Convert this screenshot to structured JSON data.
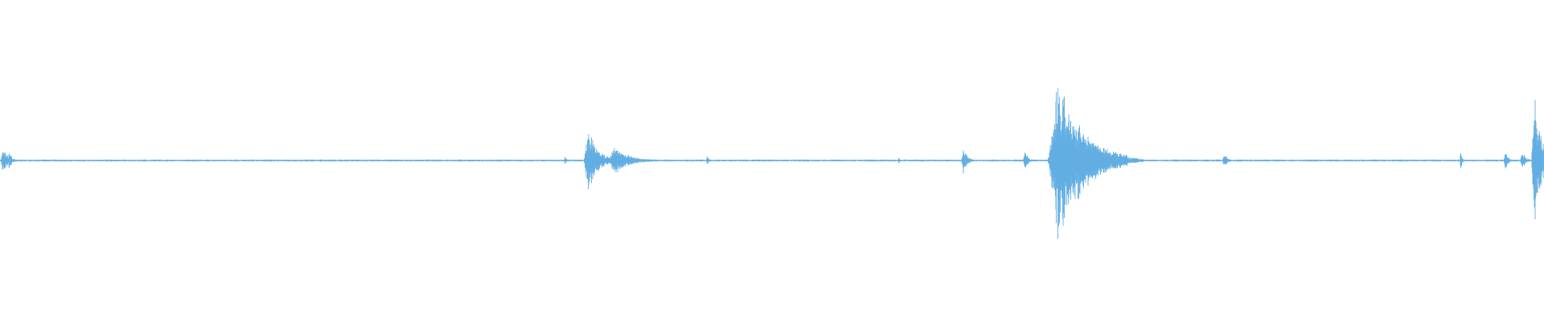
{
  "waveform": {
    "color": "#62aee2",
    "background": "#ffffff",
    "baseline_amplitude": 0.008,
    "bursts": [
      {
        "t": 0.002,
        "amp": 0.16,
        "width": 0.004,
        "decay": 0.6
      },
      {
        "t": 0.006,
        "amp": 0.11,
        "width": 0.003,
        "decay": 0.5
      },
      {
        "t": 0.366,
        "amp": 0.05,
        "width": 0.002,
        "decay": 0.4
      },
      {
        "t": 0.381,
        "amp": 0.38,
        "width": 0.008,
        "decay": 0.7
      },
      {
        "t": 0.398,
        "amp": 0.16,
        "width": 0.012,
        "decay": 0.8
      },
      {
        "t": 0.458,
        "amp": 0.06,
        "width": 0.002,
        "decay": 0.3
      },
      {
        "t": 0.582,
        "amp": 0.05,
        "width": 0.001,
        "decay": 0.2
      },
      {
        "t": 0.624,
        "amp": 0.16,
        "width": 0.004,
        "decay": 0.5
      },
      {
        "t": 0.664,
        "amp": 0.12,
        "width": 0.004,
        "decay": 0.4
      },
      {
        "t": 0.685,
        "amp": 0.98,
        "width": 0.018,
        "decay": 0.9
      },
      {
        "t": 0.703,
        "amp": 0.3,
        "width": 0.015,
        "decay": 0.9
      },
      {
        "t": 0.722,
        "amp": 0.06,
        "width": 0.01,
        "decay": 0.9
      },
      {
        "t": 0.793,
        "amp": 0.09,
        "width": 0.004,
        "decay": 0.4
      },
      {
        "t": 0.946,
        "amp": 0.28,
        "width": 0.001,
        "decay": 0.1
      },
      {
        "t": 0.975,
        "amp": 0.12,
        "width": 0.003,
        "decay": 0.4
      },
      {
        "t": 0.986,
        "amp": 0.12,
        "width": 0.004,
        "decay": 0.4
      },
      {
        "t": 0.994,
        "amp": 0.82,
        "width": 0.006,
        "decay": 0.6
      }
    ]
  }
}
